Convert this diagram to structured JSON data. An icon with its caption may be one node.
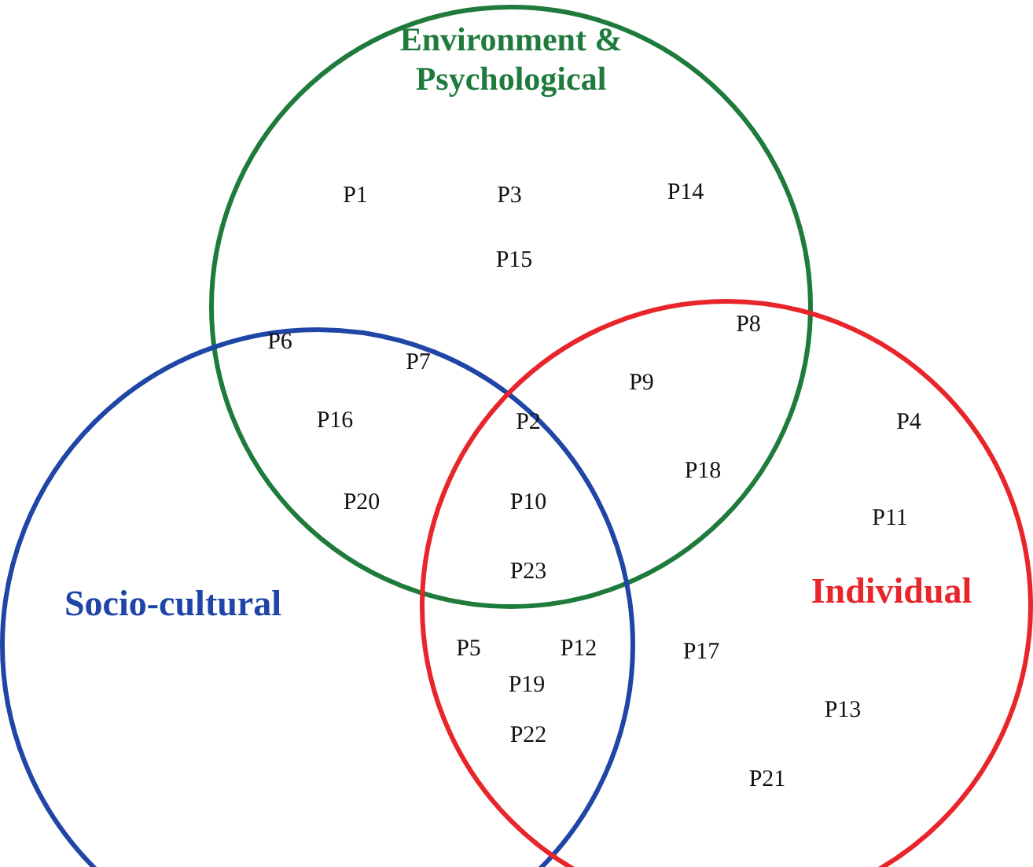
{
  "diagram": {
    "nodes": [
      {
        "text": [
          "Environment & Psychological"
        ]
      },
      {
        "text": [
          "Socio-cultural"
        ]
      },
      {
        "text": [
          "Individual"
        ]
      }
    ],
    "labels": [
      "P1",
      "P3",
      "P14",
      "P15",
      "P6",
      "P8",
      "P7",
      "P9",
      "P16",
      "P2",
      "P4",
      "P18",
      "P20",
      "P10",
      "P11",
      "P23",
      "P5",
      "P12",
      "P17",
      "P19",
      "P13",
      "P22",
      "P21"
    ]
  }
}
